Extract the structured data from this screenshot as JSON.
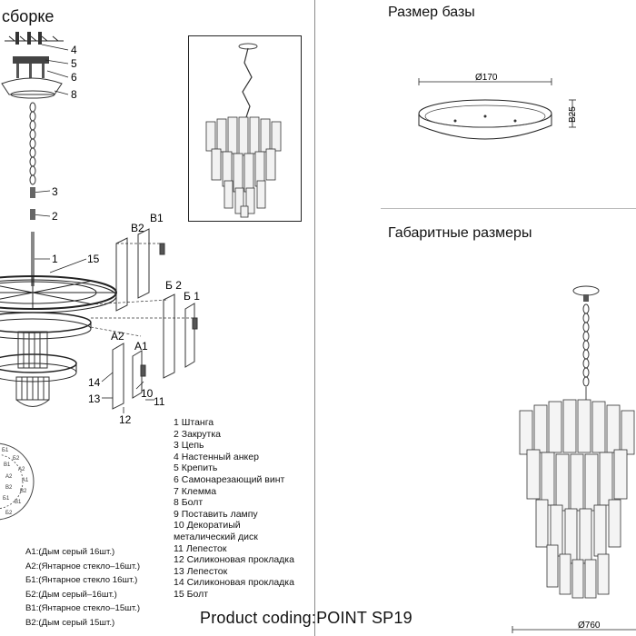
{
  "titles": {
    "assembly": "сборке",
    "base_size": "Размер базы",
    "overall_dims": "Габаритные размеры"
  },
  "dimensions": {
    "base_diameter": "Ø170",
    "base_height": "B25",
    "overall_diameter": "Ø760"
  },
  "callouts": {
    "n4": "4",
    "n5": "5",
    "n6": "6",
    "n8": "8",
    "n3": "3",
    "n2": "2",
    "n1": "1",
    "n15": "15",
    "n14": "14",
    "n13": "13",
    "n12": "12",
    "n10": "10",
    "n11": "11",
    "b2": "В2",
    "b1": "В1",
    "be2": "Б 2",
    "be1": "Б 1",
    "a2": "А2",
    "a1": "А1"
  },
  "legend": [
    "1  Штанга",
    "2  Закрутка",
    "3  Цепь",
    "4  Настенный анкер",
    "5  Крепить",
    "6  Самонарезающий винт",
    "7  Клемма",
    "8  Болт",
    "9  Поставить лампу",
    "10  Декоратиый",
    "     металический диск",
    "11  Лепесток",
    "12  Силиконовая прокладка",
    "13  Лепесток",
    "14  Силиконовая прокладка",
    "15  Болт"
  ],
  "parts_list": [
    "А1:(Дым серый 16шт.)",
    "А2:(Янтарное стекло–16шт.)",
    "Б1:(Янтарное стекло 16шт.)",
    "Б2:(Дым серый–16шт.)",
    "В1:(Янтарное стекло–15шт.)",
    "В2:(Дым серый 15шт.)"
  ],
  "product_code": "Product coding:POINT SP19"
}
